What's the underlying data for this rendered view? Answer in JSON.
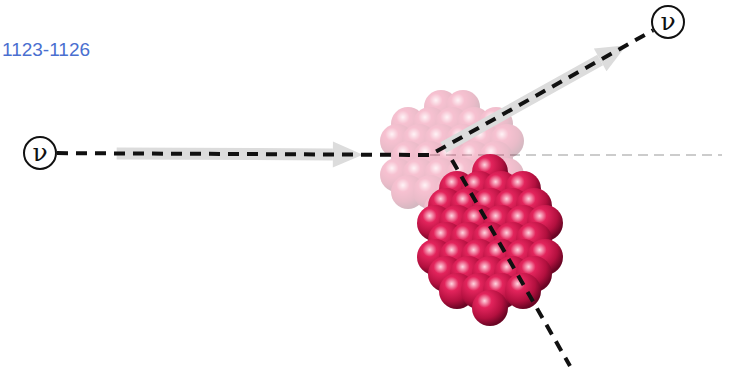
{
  "diagram": {
    "nodes": [
      {
        "text": [
          "ν"
        ]
      },
      {
        "text": [
          "ν"
        ]
      }
    ],
    "edges": [
      {
        "from": 0,
        "to": 1,
        "arrow": "to"
      }
    ],
    "labels": [
      "1123-1126"
    ]
  }
}
